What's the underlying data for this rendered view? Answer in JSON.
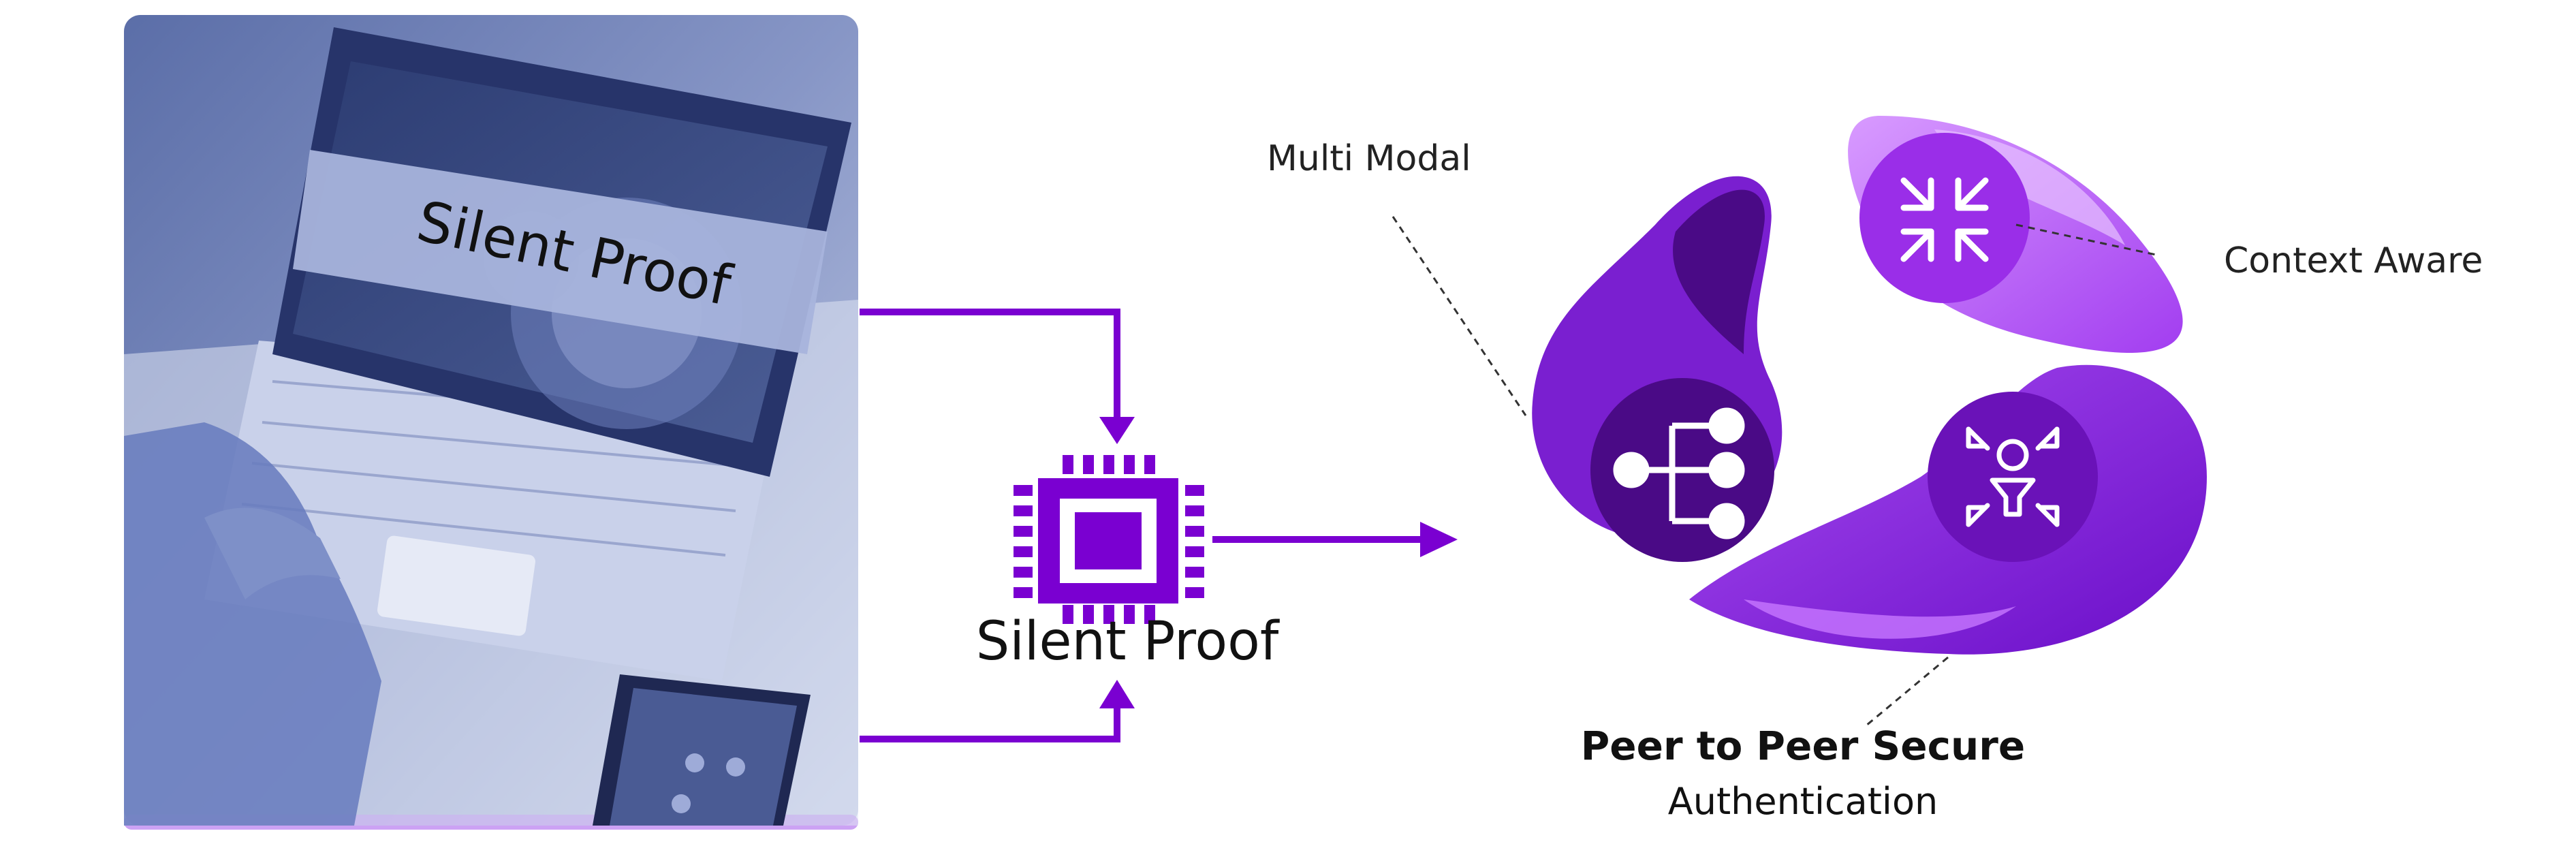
{
  "photo": {
    "overlay_label": "Silent Proof"
  },
  "chip": {
    "label": "Silent Proof"
  },
  "callouts": {
    "multi_modal": "Multi Modal",
    "context_aware": "Context Aware",
    "peer_title": "Peer to Peer Secure",
    "peer_subtitle": "Authentication"
  },
  "colors": {
    "accent_purple": "#7a00d1",
    "deep_purple": "#4a0a86",
    "mid_purple": "#8a1fe0",
    "light_purple": "#c066ff",
    "photo_tint": "#6f80b8"
  },
  "icons": {
    "chip": "processor-chip-icon",
    "collapse": "arrows-collapse-icon",
    "hierarchy": "hierarchy-tree-icon",
    "focus": "person-focus-icon"
  }
}
